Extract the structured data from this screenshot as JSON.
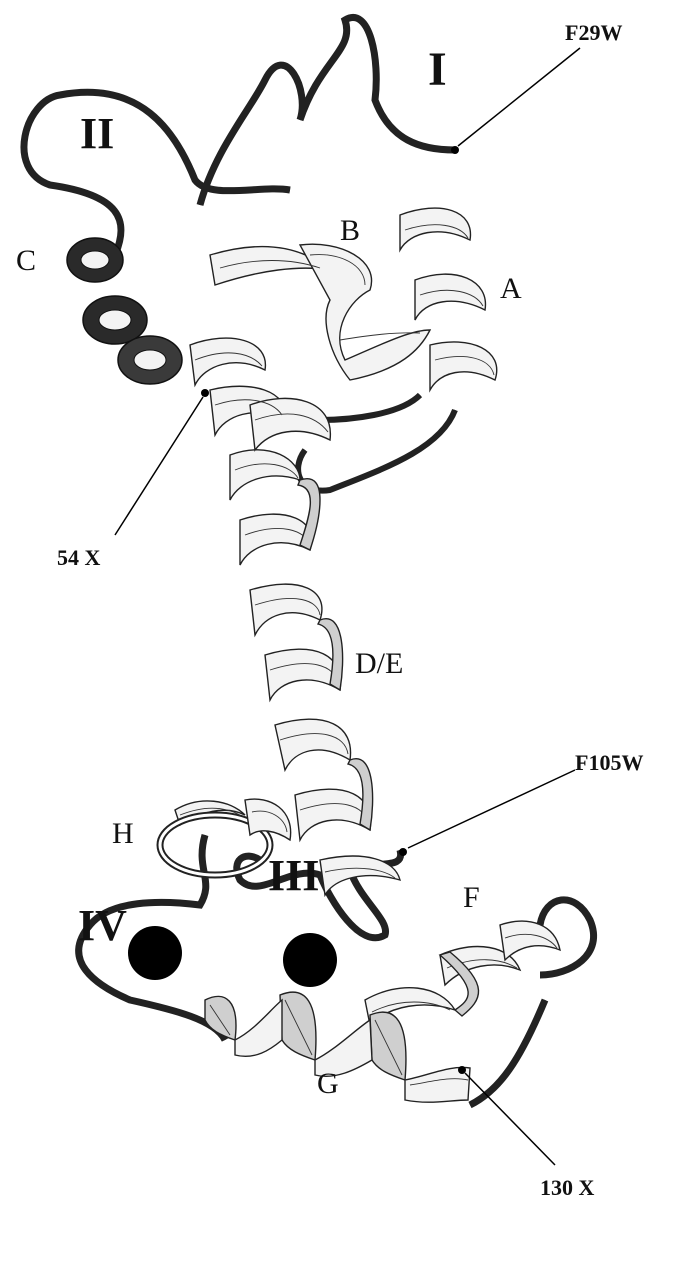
{
  "figure": {
    "domains": [
      {
        "id": "I",
        "label": "I"
      },
      {
        "id": "II",
        "label": "II"
      },
      {
        "id": "III",
        "label": "III"
      },
      {
        "id": "IV",
        "label": "IV"
      }
    ],
    "helices": [
      {
        "id": "A",
        "label": "A"
      },
      {
        "id": "B",
        "label": "B"
      },
      {
        "id": "C",
        "label": "C"
      },
      {
        "id": "DE",
        "label": "D/E"
      },
      {
        "id": "F",
        "label": "F"
      },
      {
        "id": "G",
        "label": "G"
      },
      {
        "id": "H",
        "label": "H"
      }
    ],
    "mutation_labels": [
      {
        "id": "f29w",
        "label": "F29W"
      },
      {
        "id": "x54",
        "label": "54 X"
      },
      {
        "id": "f105w",
        "label": "F105W"
      },
      {
        "id": "x130",
        "label": "130 X"
      }
    ],
    "colors": {
      "ink": "#111111",
      "background": "#ffffff"
    }
  }
}
